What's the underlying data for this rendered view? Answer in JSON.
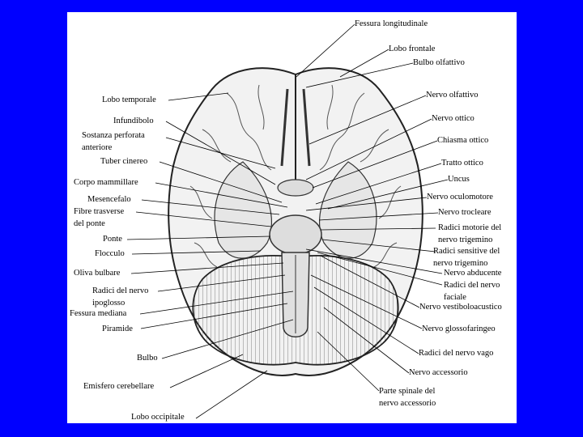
{
  "colors": {
    "background": "#0000ff",
    "panel": "#ffffff",
    "line": "#000000"
  },
  "labels": {
    "fessura_longitudinale": "Fessura longitudinale",
    "lobo_frontale": "Lobo frontale",
    "bulbo_olfattivo": "Bulbo olfattivo",
    "nervo_olfattivo": "Nervo olfattivo",
    "lobo_temporale": "Lobo temporale",
    "nervo_ottico": "Nervo ottico",
    "infundibolo": "Infundibolo",
    "sostanza_perforata_1": "Sostanza perforata",
    "sostanza_perforata_2": "anteriore",
    "chiasma_ottico": "Chiasma ottico",
    "tuber_cinereo": "Tuber cinereo",
    "tratto_ottico": "Tratto ottico",
    "uncus": "Uncus",
    "corpo_mammillare": "Corpo mammillare",
    "mesencefalo": "Mesencefalo",
    "nervo_oculomotore": "Nervo oculomotore",
    "fibre_trasverse_1": "Fibre trasverse",
    "fibre_trasverse_2": "del ponte",
    "nervo_trocleare": "Nervo trocleare",
    "radici_motorie_1": "Radici motorie del",
    "radici_motorie_2": "nervo trigemino",
    "ponte": "Ponte",
    "radici_sensitive_1": "Radici sensitive del",
    "radici_sensitive_2": "nervo trigemino",
    "flocculo": "Flocculo",
    "nervo_abducente": "Nervo abducente",
    "oliva_bulbare": "Oliva bulbare",
    "radici_facciale_1": "Radici del nervo",
    "radici_facciale_2": "faciale",
    "radici_ipoglosso_1": "Radici del nervo",
    "radici_ipoglosso_2": "ipoglosso",
    "nervo_vestibolo": "Nervo vestiboloacustico",
    "fessura_mediana": "Fessura mediana",
    "piramide": "Piramide",
    "nervo_glossofaringeo": "Nervo glossofaringeo",
    "bulbo": "Bulbo",
    "radici_vago": "Radici del nervo vago",
    "nervo_accessorio": "Nervo accessorio",
    "emisfero_cerebellare": "Emisfero cerebellare",
    "parte_spinale_1": "Parte spinale del",
    "parte_spinale_2": "nervo accessorio",
    "lobo_occipitale": "Lobo occipitale"
  }
}
